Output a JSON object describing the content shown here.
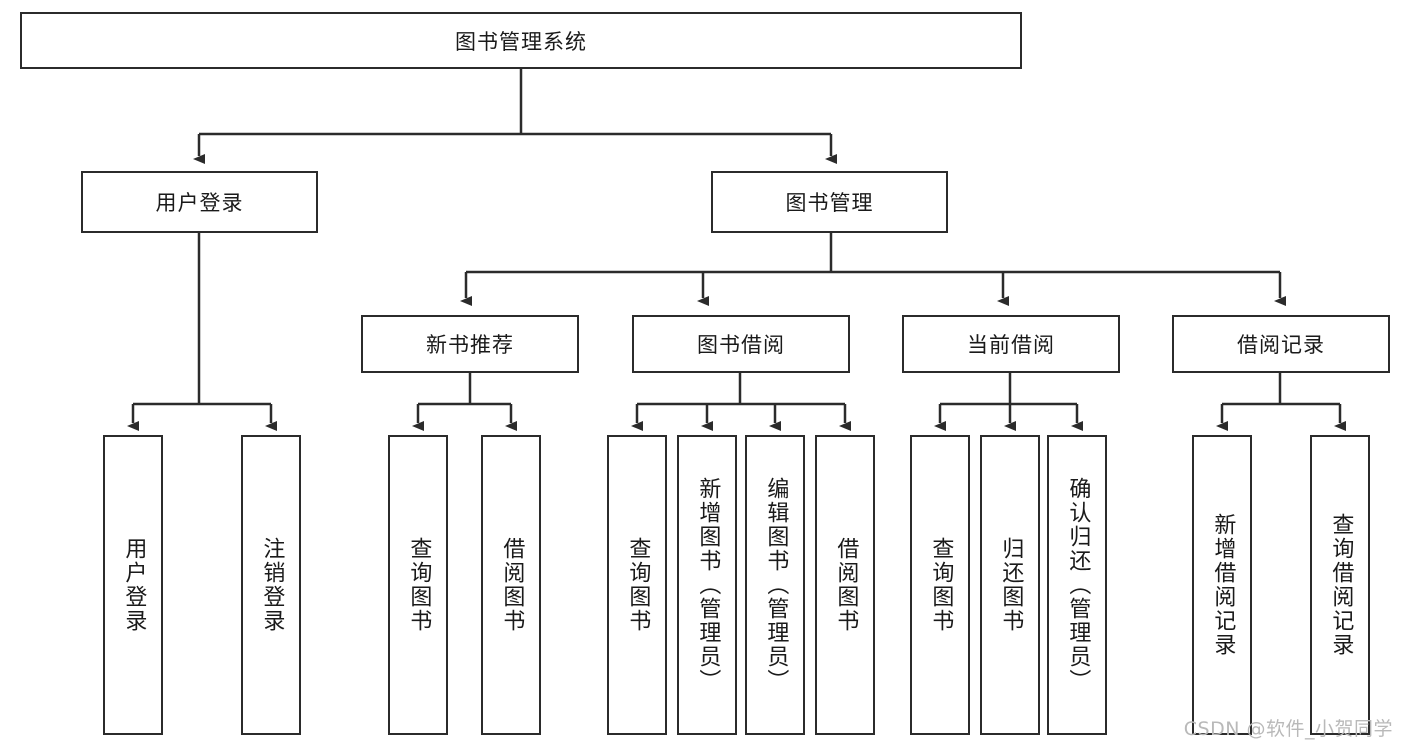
{
  "diagram": {
    "type": "tree-hierarchy",
    "title": "图书管理系统",
    "colors": {
      "box_border": "#2b2b2b",
      "box_fill": "#ffffff",
      "edge": "#2b2b2b",
      "background": "#ffffff",
      "watermark": "#b9b9b9"
    },
    "root": {
      "label": "图书管理系统"
    },
    "level2": [
      {
        "label": "用户登录"
      },
      {
        "label": "图书管理"
      }
    ],
    "level3": [
      {
        "label": "新书推荐"
      },
      {
        "label": "图书借阅"
      },
      {
        "label": "当前借阅"
      },
      {
        "label": "借阅记录"
      }
    ],
    "leaves": {
      "user_login": [
        {
          "label": "用户登录"
        },
        {
          "label": "注销登录"
        }
      ],
      "new_book_recommend": [
        {
          "label": "查询图书"
        },
        {
          "label": "借阅图书"
        }
      ],
      "book_borrow": [
        {
          "label": "查询图书"
        },
        {
          "label": "新增图书（管理员）"
        },
        {
          "label": "编辑图书（管理员）"
        },
        {
          "label": "借阅图书"
        }
      ],
      "current_borrow": [
        {
          "label": "查询图书"
        },
        {
          "label": "归还图书"
        },
        {
          "label": "确认归还（管理员）"
        }
      ],
      "borrow_record": [
        {
          "label": "新增借阅记录"
        },
        {
          "label": "查询借阅记录"
        }
      ]
    }
  },
  "watermark": {
    "text": "CSDN @软件_小贺同学"
  }
}
